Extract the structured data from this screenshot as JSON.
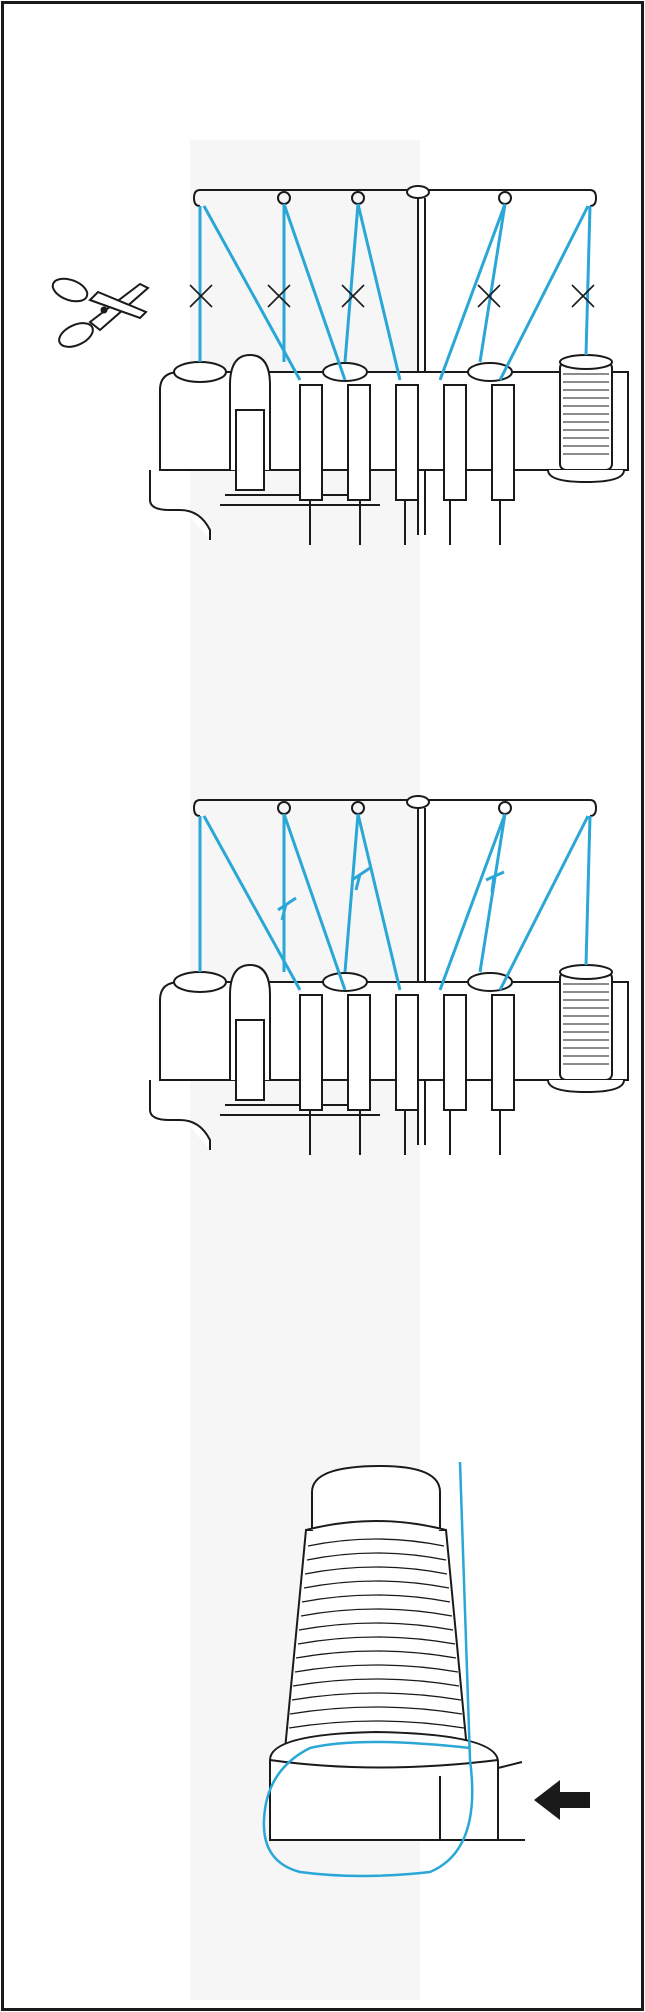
{
  "colors": {
    "thread": "#2aa7d6",
    "ink": "#1a1a1a",
    "background": "#ffffff",
    "shade": "#f4f4f4"
  },
  "panels": [
    {
      "step": "cut-threads",
      "icons": [
        "scissors-icon",
        "cut-mark-icon"
      ]
    },
    {
      "step": "tie-knots",
      "icons": [
        "knot-icon"
      ]
    },
    {
      "step": "thread-under-spool",
      "icons": [
        "arrow-left-icon"
      ]
    }
  ]
}
